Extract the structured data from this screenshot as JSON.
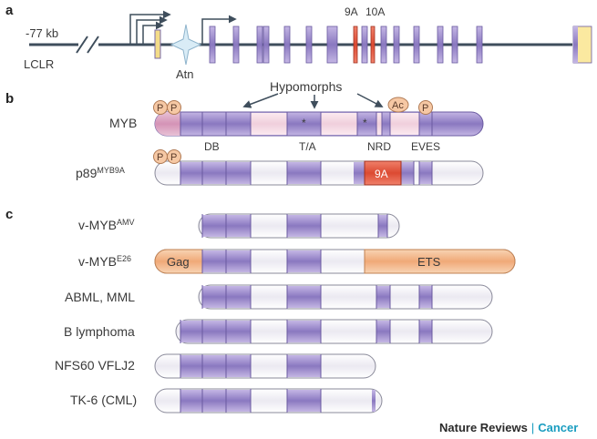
{
  "panels": {
    "a": "a",
    "b": "b",
    "c": "c"
  },
  "gene": {
    "upstream_distance": "-77 kb",
    "lclr": "LCLR",
    "atn": "Atn",
    "exon_9a": "9A",
    "exon_10a": "10A"
  },
  "hypomorphs": "Hypomorphs",
  "myb": {
    "name": "MYB",
    "p": "P",
    "ac": "Ac",
    "star": "*",
    "domains": {
      "db": "DB",
      "ta": "T/A",
      "nrd": "NRD",
      "eves": "EVES"
    }
  },
  "p89": {
    "name": "p89",
    "sup": "MYB9A",
    "exon_label": "9A"
  },
  "variants": [
    {
      "name": "v-MYB",
      "sup": "AMV"
    },
    {
      "name": "v-MYB",
      "sup": "E26",
      "gag": "Gag",
      "ets": "ETS"
    },
    {
      "name": "ABML, MML",
      "sup": ""
    },
    {
      "name": "B lymphoma",
      "sup": ""
    },
    {
      "name": "NFS60 VFLJ2",
      "sup": ""
    },
    {
      "name": "TK-6 (CML)",
      "sup": ""
    }
  ],
  "footer": {
    "journal": "Nature Reviews",
    "sep": "|",
    "section": "Cancer"
  },
  "colors": {
    "purple": "#8a78c0",
    "light_purple": "#efe7f5",
    "pink": "#f2d4e0",
    "orange": "#f2b98c",
    "red_exon": "#e2563c",
    "yellow_exon": "#fbe9a0",
    "line": "#3f4e5c",
    "cancer": "#1a9dc0"
  }
}
